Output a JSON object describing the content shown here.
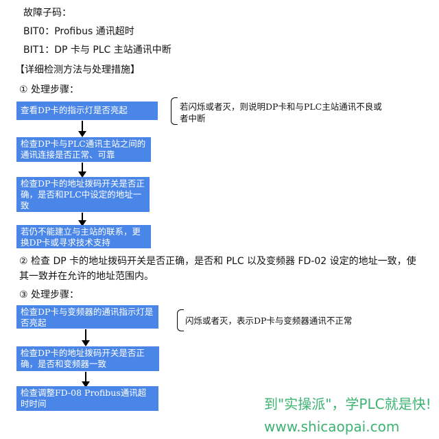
{
  "header": {
    "fault_code_label": "故障子码：",
    "bit0": "BIT0：Profibus 通讯超时",
    "bit1": "BIT1：DP 卡与 PLC 主站通讯中断",
    "section_title": "【详细检测方法与处理措施】"
  },
  "section1": {
    "title": "① 处理步骤：",
    "steps": [
      "查看DP卡的指示灯是否亮起",
      "检查DP卡与PLC通讯主站之间的通讯连接是否正常、可靠",
      "检查DP卡的地址拨码开关是否正确，是否和PLC中设定的地址一致",
      "若仍不能建立与主站的联系，更换DP卡或寻求技术支持"
    ],
    "note": "若闪烁或者灭，则说明DP卡和与PLC主站通讯不良或者中断"
  },
  "section2": {
    "text": "② 检查 DP 卡的地址拨码开关是否正确，是否和 PLC 以及变频器 FD-02 设定的地址一致，使其一致并在允许的地址范围内。"
  },
  "section3": {
    "title": "③ 处理步骤：",
    "steps": [
      "检查DP卡与变频器的通讯指示灯是否亮起",
      "检查DP卡的地址拨码开关是否正确，是否和变频器一致",
      "检查调整FD-08 Profibus通讯超时时间"
    ],
    "note": "闪烁或者灭，表示DP卡与变频器通讯不正常"
  },
  "watermark": {
    "slogan": "到\"实操派\"，学PLC就是快!",
    "url": "www.shicaopai.com"
  },
  "colors": {
    "box": "#4a86e8",
    "watermark": "#3cb371"
  }
}
